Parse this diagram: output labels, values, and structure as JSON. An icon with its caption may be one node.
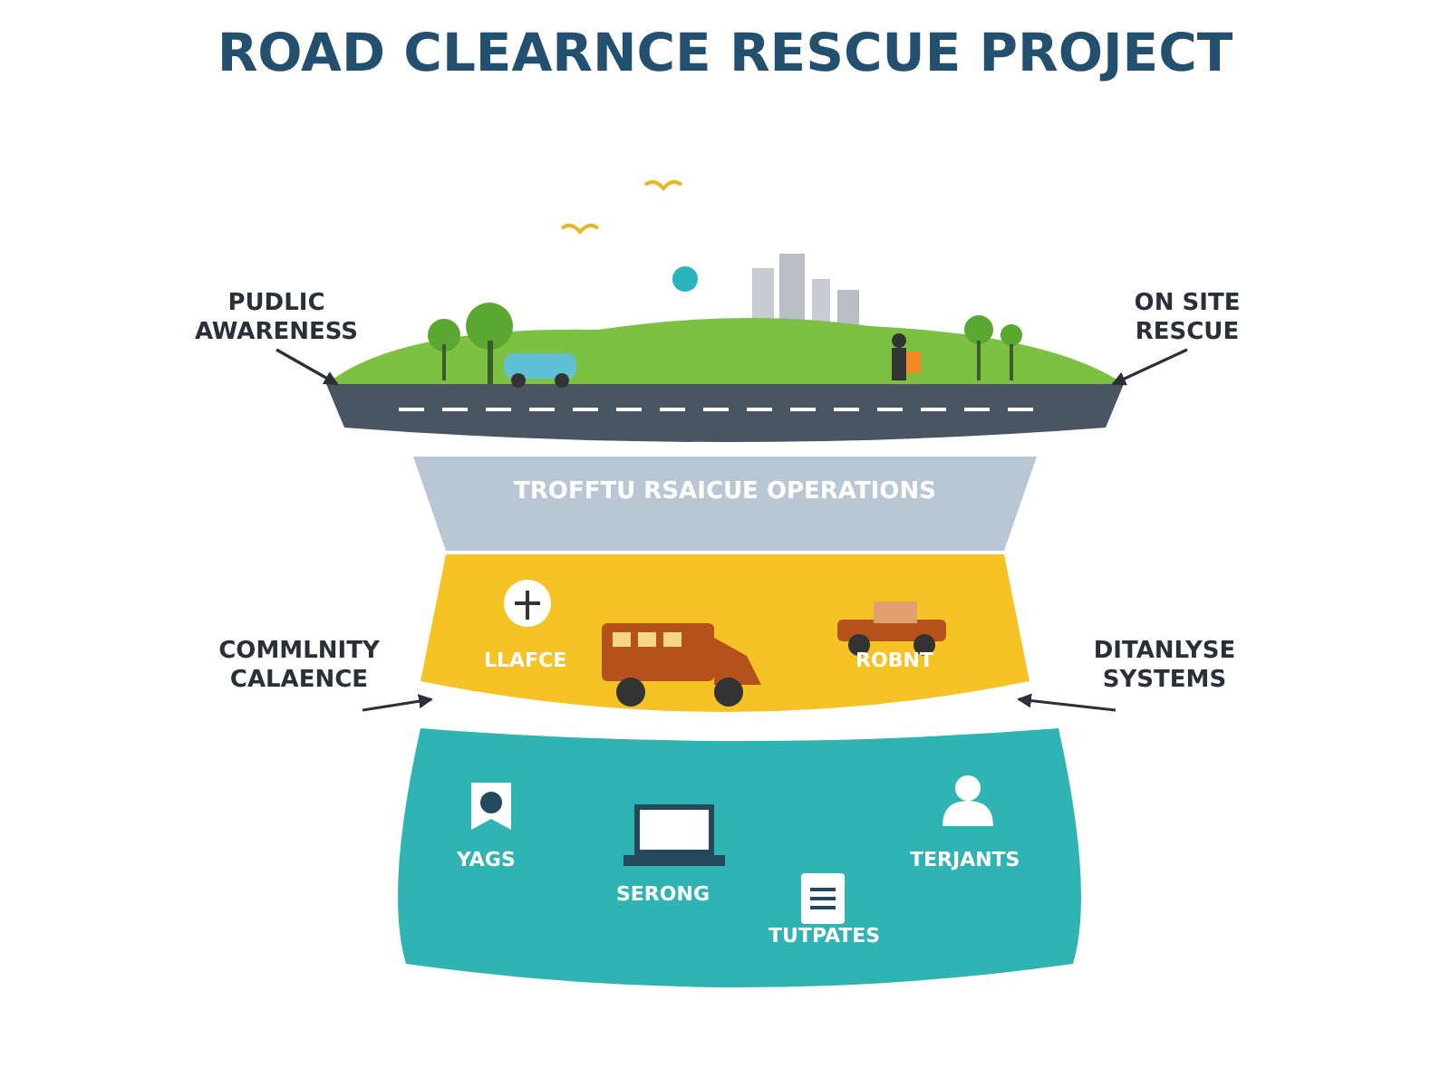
{
  "diagram": {
    "title": "ROAD CLEARNCE RESCUE PROJECT",
    "nodes": [
      {
        "text": [
          "PUDLIC AWARENESS"
        ]
      },
      {
        "text": [
          "ON SITE RESCUE"
        ]
      },
      {
        "text": [],
        "shape": "picture"
      },
      {
        "text": [
          "TROFFTU RSAICUE OPERATIONS"
        ]
      },
      {
        "text": [
          "COMMLNITY CALAENCE"
        ]
      },
      {
        "text": [
          "DITANLYSE SYSTEMS"
        ]
      },
      {
        "text": [
          "LLAFCE",
          "ROBNT"
        ]
      },
      {
        "text": [
          "YAGS",
          "SERONG",
          "TERJANTS",
          "TUTPATES"
        ]
      }
    ],
    "edges": [
      {
        "from": 0,
        "to": 2,
        "arrow": "to"
      },
      {
        "from": 1,
        "to": 2,
        "arrow": "to"
      },
      {
        "from": 4,
        "to": 6,
        "arrow": "to"
      },
      {
        "from": 5,
        "to": 6,
        "arrow": "to"
      }
    ]
  }
}
